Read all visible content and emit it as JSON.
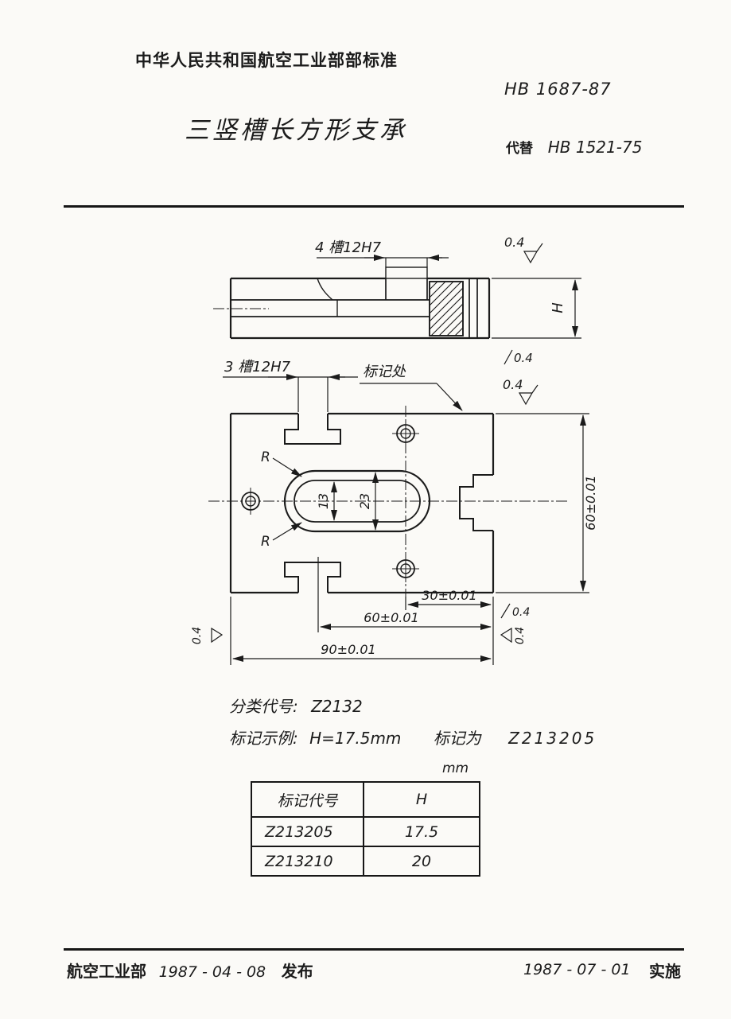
{
  "header": {
    "ministry_title": "中华人民共和国航空工业部部标准",
    "standard_no": "HB 1687-87",
    "doc_title": "三竖槽长方形支承",
    "replaces_label": "代替",
    "replaces_no": "HB 1521-75"
  },
  "drawing": {
    "finish_value": "0.4",
    "front_view": {
      "slot_dim": "4 槽12H7",
      "height_dim": "H"
    },
    "plan_view": {
      "slot_dim": "3 槽12H7",
      "marking_note": "标记处",
      "radius_label": "R",
      "slot_width_inner": "13",
      "slot_width_outer": "23",
      "dim_height_right": "60±0.01",
      "dim_bottom_30": "30±0.01",
      "dim_bottom_60": "60±0.01",
      "dim_bottom_90": "90±0.01"
    }
  },
  "notes": {
    "class_label": "分类代号:",
    "class_code": "Z2132",
    "example_label": "标记示例:",
    "example_condition": "H=17.5mm",
    "example_mid": "标记为",
    "example_code": "Z213205"
  },
  "table": {
    "unit_label": "mm",
    "col_headers": [
      "标记代号",
      "H"
    ],
    "rows": [
      {
        "code": "Z213205",
        "h": "17.5"
      },
      {
        "code": "Z213210",
        "h": "20"
      }
    ]
  },
  "footer": {
    "issuer": "航空工业部",
    "issue_date": "1987 - 04 - 08",
    "issue_label": "发布",
    "effective_date": "1987 - 07 - 01",
    "effective_label": "实施"
  }
}
